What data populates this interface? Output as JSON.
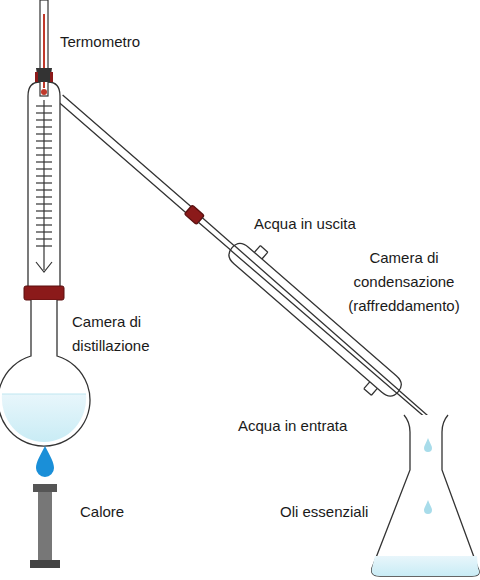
{
  "diagram": {
    "labels": [
      "Termometro",
      "Acqua in uscita",
      "Camera di condensazione (raffreddamento)",
      "Camera di distillazione",
      "Acqua in entrata",
      "Calore",
      "Oli essenziali"
    ]
  }
}
